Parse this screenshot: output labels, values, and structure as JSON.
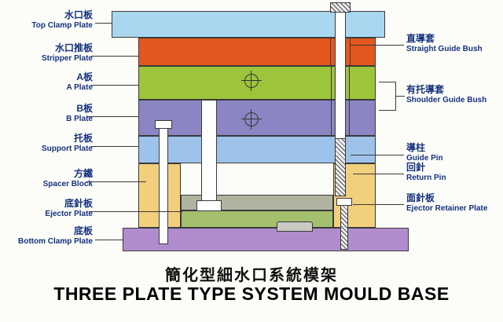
{
  "diagram": {
    "title_cn": "簡化型細水口系統模架",
    "title_en": "THREE PLATE TYPE SYSTEM MOULD BASE"
  },
  "left_labels": [
    {
      "cn": "水口板",
      "en": "Top Clamp Plate"
    },
    {
      "cn": "水口推板",
      "en": "Stripper Plate"
    },
    {
      "cn": "A板",
      "en": "A Plate"
    },
    {
      "cn": "B板",
      "en": "B Plate"
    },
    {
      "cn": "托板",
      "en": "Support Plate"
    },
    {
      "cn": "方鐵",
      "en": "Spacer Block"
    },
    {
      "cn": "底針板",
      "en": "Ejector Plate"
    },
    {
      "cn": "底板",
      "en": "Bottom Clamp Plate"
    }
  ],
  "right_labels": [
    {
      "cn": "直導套",
      "en": "Straight Guide Bush"
    },
    {
      "cn": "有托導套",
      "en": "Shoulder Guide Bush"
    },
    {
      "cn": "導柱",
      "en": "Guide Pin"
    },
    {
      "cn": "回針",
      "en": "Return Pin"
    },
    {
      "cn": "面針板",
      "en": "Ejector Retainer Plate"
    }
  ],
  "colors": {
    "top_clamp_plate": "#a9d7f0",
    "stripper_plate": "#e4581f",
    "a_plate": "#9dc53b",
    "b_plate": "#8b85c4",
    "support_plate": "#9ec3ea",
    "spacer_block": "#f2cf7d",
    "ejector_retainer_plate": "#aeb49f",
    "ejector_plate": "#a4bf6d",
    "bottom_clamp_plate": "#b08ccd",
    "label_text": "#16327f",
    "line": "#3a3a3a"
  }
}
